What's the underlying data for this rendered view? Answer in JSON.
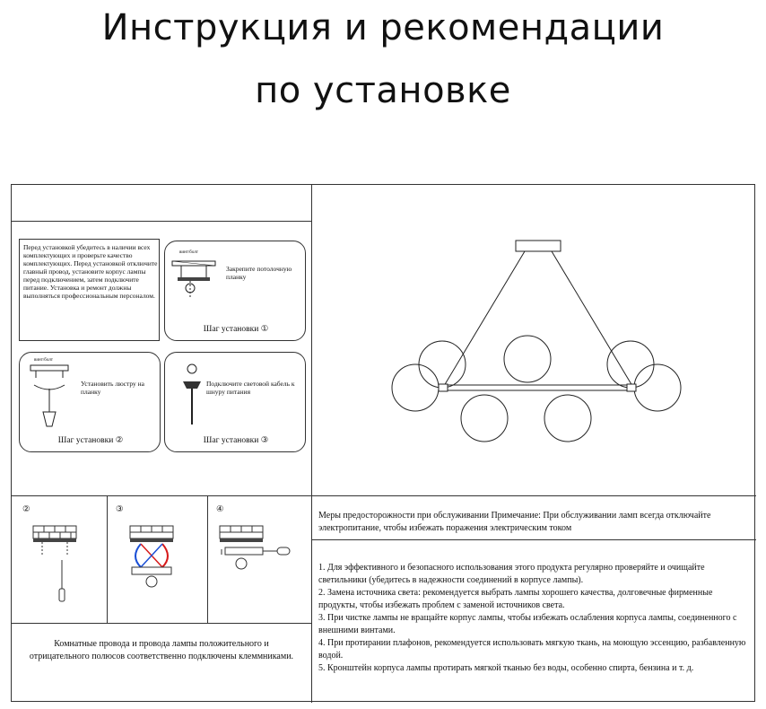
{
  "title": {
    "line1": "Инструкция и рекомендации",
    "line2": "по установке"
  },
  "left_top": {
    "intro_text": "Перед установкой убедитесь в наличии всех комплектующих и проверьте качество комплектующих. Перед установкой отключите главный провод, установите корпус лампы перед подключением, затем подключите питание. Установка и ремонт должны выполняться профессиональным персоналом.",
    "step1": {
      "text": "Закрепите потолочную планку",
      "label": "Шаг установки ①",
      "tag": "винт/болт"
    },
    "step2": {
      "text": "Установить люстру на планку",
      "label": "Шаг установки ②",
      "tag": "винт/болт"
    },
    "step3": {
      "text": "Подключите световой кабель к шнуру питания",
      "label": "Шаг установки ③"
    }
  },
  "left_bottom": {
    "step_numbers": [
      "②",
      "③",
      "④"
    ],
    "caption": "Комнатные провода и провода лампы положительного и отрицательного полюсов соответственно подключены клеммниками."
  },
  "right": {
    "precaution": "Меры предосторожности при обслуживании Примечание: При обслуживании ламп всегда отключайте электропитание, чтобы избежать поражения электрическим током",
    "notes": [
      "1. Для эффективного и безопасного использования этого продукта регулярно проверяйте и очищайте светильники (убедитесь в надежности соединений в корпусе лампы).",
      "2. Замена источника света: рекомендуется выбрать лампы хорошего качества, долговечные фирменные продукты, чтобы избежать проблем с заменой источников света.",
      "3. При чистке лампы не вращайте корпус лампы, чтобы избежать ослабления корпуса лампы, соединенного с внешними винтами.",
      "4. При протирании плафонов, рекомендуется использовать мягкую ткань, на моющую эссенцию, разбавленную водой.",
      "5. Кронштейн корпуса лампы протирать мягкой тканью без воды, особенно спирта, бензина и т. д."
    ]
  }
}
